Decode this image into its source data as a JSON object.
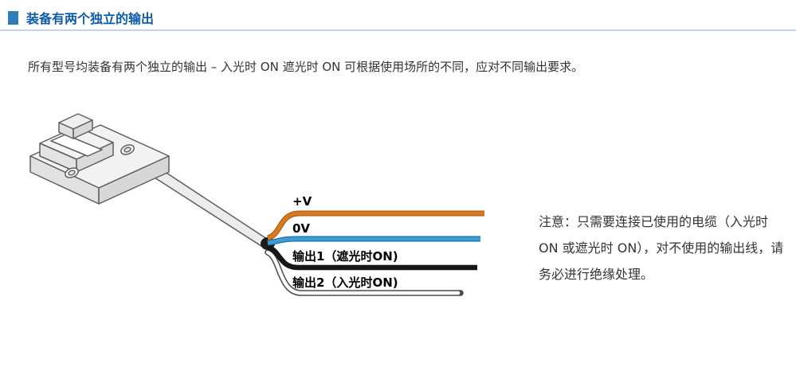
{
  "header": {
    "title": "装备有两个独立的输出",
    "accent_color": "#0e5ca8",
    "divider_color": "#c6d6e7"
  },
  "intro": {
    "text": "所有型号均装备有两个独立的输出 – 入光时 ON 遮光时 ON 可根据使用场所的不同，应对不同输出要求。"
  },
  "diagram": {
    "description": "slot-type photoelectric sensor with cable fanning out into four wires",
    "wires": [
      {
        "label": "+V",
        "color": "#d8791f"
      },
      {
        "label": "0V",
        "color": "#3a9dd6"
      },
      {
        "label": "输出1（遮光时ON)",
        "color": "#161616"
      },
      {
        "label": "输出2（入光时ON)",
        "color": "#ffffff"
      }
    ]
  },
  "note": {
    "text": "注意：只需要连接已使用的电缆（入光时 ON 或遮光时 ON），对不使用的输出线，请务必进行绝缘处理。"
  }
}
